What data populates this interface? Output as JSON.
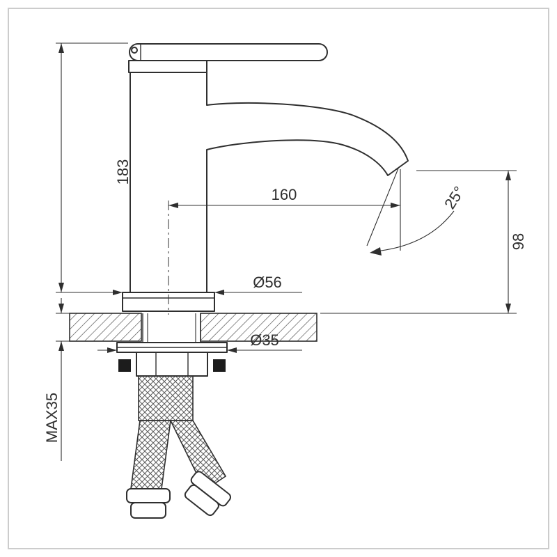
{
  "colors": {
    "background": "#ffffff",
    "border_color": "#cccccc",
    "line": "#2f2f2f"
  },
  "dimensions": {
    "height": "183",
    "spout_reach": "160",
    "spout_angle": "25°",
    "outlet_height": "98",
    "base_diameter": "Ø56",
    "hole_diameter": "Ø35",
    "max_mounting_thickness": "MAX35"
  }
}
